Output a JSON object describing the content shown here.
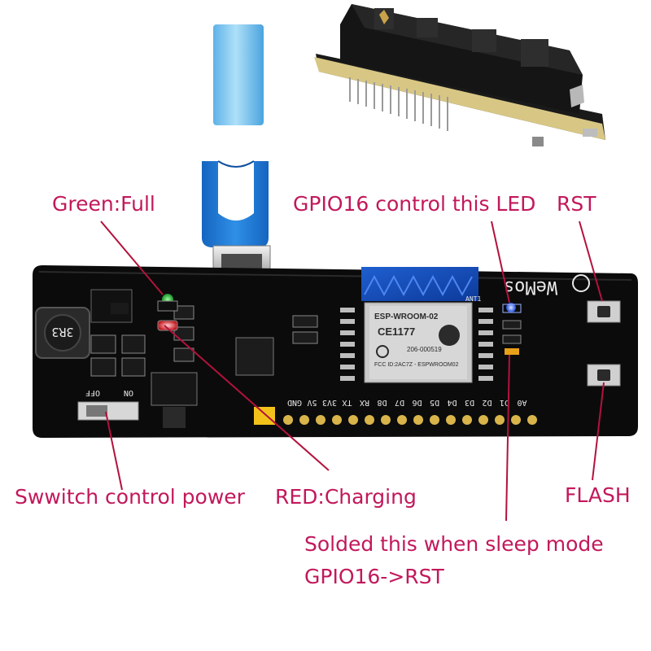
{
  "callouts": {
    "green_full": "Green:Full",
    "gpio16_led": "GPIO16 control this LED",
    "rst": "RST",
    "switch_power": "Swwitch control power",
    "red_charging": "RED:Charging",
    "flash": "FLASH",
    "solder_line1": "Solded this when sleep mode",
    "solder_line2": "GPIO16->RST"
  },
  "board_silkscreen": {
    "brand": "WeMos",
    "module_name": "ESP-WROOM-02",
    "ce_mark": "CE1177",
    "fcc_id": "FCC ID:2AC7Z - ESPWROOM02",
    "cert_no": "206-000519",
    "antenna": "ANT1",
    "inductor": "3R3",
    "switch_off": "OFF",
    "switch_on": "ON",
    "pins": [
      "GND",
      "5V",
      "3V3",
      "TX",
      "RX",
      "D8",
      "D7",
      "D6",
      "D5",
      "D4",
      "D3",
      "D2",
      "D1",
      "A0"
    ]
  },
  "colors": {
    "callout_text": "#c2185b",
    "callout_line": "#b3123d",
    "pcb": "#0b0b0b",
    "usb_plug": "#1e7fd0",
    "cable": "#7fc4ee",
    "led_green": "#2bd23a",
    "led_red": "#e0202a",
    "led_blue": "#2a6dff"
  }
}
